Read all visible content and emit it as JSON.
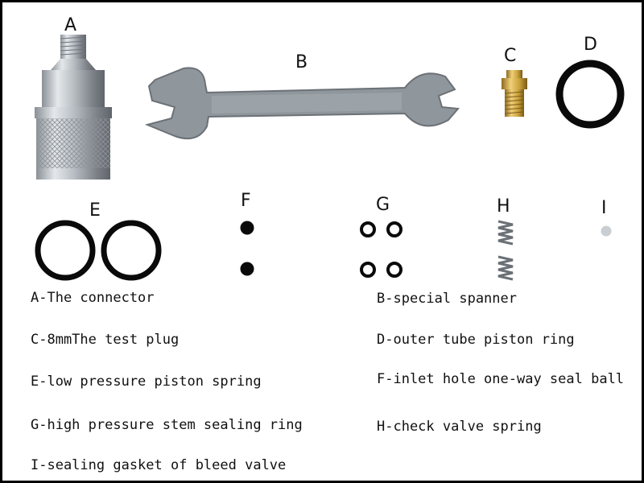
{
  "parts": {
    "a": {
      "letter": "A",
      "caption": "A-The connector"
    },
    "b": {
      "letter": "B",
      "caption": "B-special spanner"
    },
    "c": {
      "letter": "C",
      "caption": "C-8mmThe test plug"
    },
    "d": {
      "letter": "D",
      "caption": "D-outer tube piston ring"
    },
    "e": {
      "letter": "E",
      "caption": "E-low pressure piston spring"
    },
    "f": {
      "letter": "F",
      "caption": "F-inlet hole one-way seal ball"
    },
    "g": {
      "letter": "G",
      "caption": "G-high pressure stem sealing ring"
    },
    "h": {
      "letter": "H",
      "caption": "H-check valve spring"
    },
    "i": {
      "letter": "I",
      "caption": "I-sealing gasket of bleed valve"
    }
  },
  "colors": {
    "frame": "#000000",
    "background": "#ffffff",
    "metal": "#b8bec4",
    "spanner": "#8f969c",
    "brass": "#c9a13a",
    "rubber": "#0a0a0a"
  },
  "icons": {
    "a": "connector-icon",
    "b": "spanner-icon",
    "c": "test-plug-icon",
    "d": "o-ring-icon",
    "e": "o-ring-icon",
    "f": "seal-ball-icon",
    "g": "small-o-ring-icon",
    "h": "spring-icon",
    "i": "gasket-icon"
  }
}
